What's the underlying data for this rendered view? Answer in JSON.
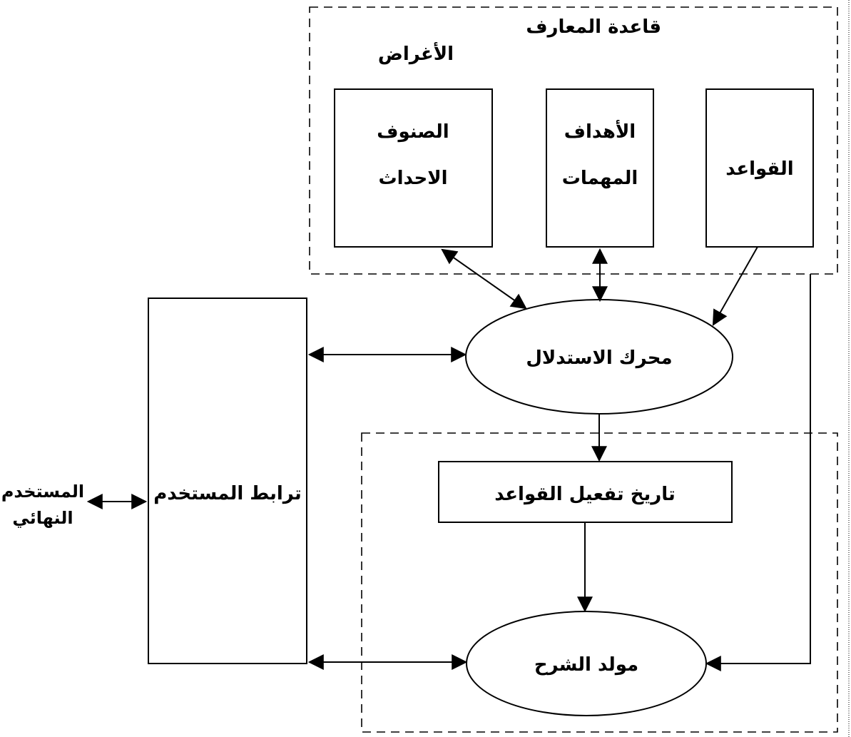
{
  "knowledge_base": {
    "title": "قاعدة المعارف",
    "subtitle": "الأغراض"
  },
  "boxes": {
    "classes_events": {
      "line1": "الصنوف",
      "line2": "الاحداث"
    },
    "goals_tasks": {
      "line1": "الأهداف",
      "line2": "المهمات"
    },
    "rules": {
      "line1": "القواعد"
    },
    "rule_history": {
      "label": "تاريخ تفعيل القواعد"
    },
    "user_interface": {
      "label": "ترابط المستخدم"
    }
  },
  "ellipses": {
    "inference_engine": {
      "label": "محرك الاستدلال"
    },
    "explanation_generator": {
      "label": "مولد الشرح"
    }
  },
  "end_user": {
    "line1": "المستخدم",
    "line2": "النهائي"
  }
}
